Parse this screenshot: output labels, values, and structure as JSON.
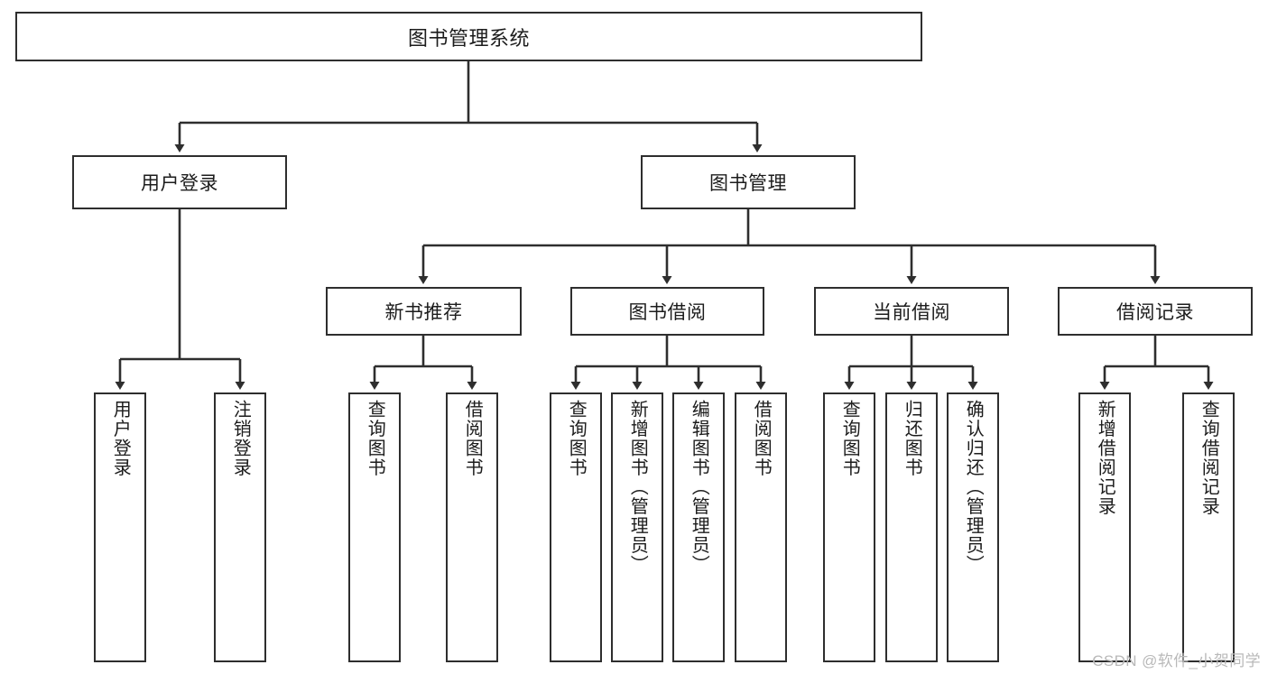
{
  "diagram": {
    "title": "图书管理系统",
    "watermark": "CSDN @软件_小贺同学",
    "colors": {
      "stroke": "#2e2e2e",
      "fill": "#ffffff",
      "text": "#1c1c1c",
      "watermark": "#b9b9b9"
    },
    "nodes": {
      "root": {
        "label": "图书管理系统"
      },
      "level2": [
        {
          "id": "user-login",
          "label": "用户登录"
        },
        {
          "id": "book-manage",
          "label": "图书管理"
        }
      ],
      "level3": [
        {
          "id": "new-book-recommend",
          "label": "新书推荐"
        },
        {
          "id": "book-borrow",
          "label": "图书借阅"
        },
        {
          "id": "current-borrow",
          "label": "当前借阅"
        },
        {
          "id": "borrow-record",
          "label": "借阅记录"
        }
      ],
      "leaves": [
        {
          "id": "leaf-user-login",
          "label": "用户登录",
          "parent": "user-login"
        },
        {
          "id": "leaf-logout-login",
          "label": "注销登录",
          "parent": "user-login"
        },
        {
          "id": "leaf-query-book-1",
          "label": "查询图书",
          "parent": "new-book-recommend"
        },
        {
          "id": "leaf-borrow-book-1",
          "label": "借阅图书",
          "parent": "new-book-recommend"
        },
        {
          "id": "leaf-query-book-2",
          "label": "查询图书",
          "parent": "book-borrow"
        },
        {
          "id": "leaf-add-book",
          "label": "新增图书（管理员）",
          "parent": "book-borrow"
        },
        {
          "id": "leaf-edit-book",
          "label": "编辑图书（管理员）",
          "parent": "book-borrow"
        },
        {
          "id": "leaf-borrow-book-2",
          "label": "借阅图书",
          "parent": "book-borrow"
        },
        {
          "id": "leaf-query-book-3",
          "label": "查询图书",
          "parent": "current-borrow"
        },
        {
          "id": "leaf-return-book",
          "label": "归还图书",
          "parent": "current-borrow"
        },
        {
          "id": "leaf-confirm-return",
          "label": "确认归还（管理员）",
          "parent": "current-borrow"
        },
        {
          "id": "leaf-add-record",
          "label": "新增借阅记录",
          "parent": "borrow-record"
        },
        {
          "id": "leaf-query-record",
          "label": "查询借阅记录",
          "parent": "borrow-record"
        }
      ]
    }
  }
}
